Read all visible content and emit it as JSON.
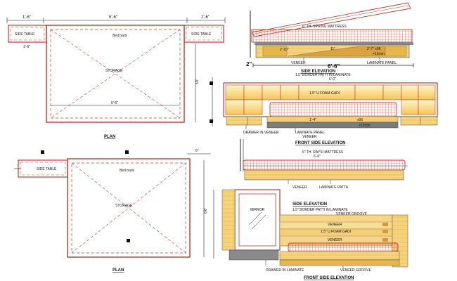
{
  "plan_top": {
    "dims": [
      "1'-6\"",
      "5'-6\"",
      "1'-6\"",
      "1'-6\"",
      "5'-6\""
    ],
    "side_table_left": "SIDE TABLE",
    "side_table_right": "SIDE TABLE",
    "bed_back": "Bed back",
    "storage": "STORAGE",
    "depth_dim": "5'6\"",
    "title": "PLAN"
  },
  "plan_bottom": {
    "dims": [
      "6\"",
      "6'6\""
    ],
    "side_table": "SIDE TABLE",
    "bed_back": "Bed back",
    "storage": "STORAGE",
    "title": "PLAN"
  },
  "side_elev_top": {
    "mattress": "6\" TH. SPRING MATTRESS",
    "dims": [
      "2'-10\"",
      "11\"",
      "2'-7\" x06",
      "+12mm"
    ],
    "veneer": "VENEER",
    "laminate_panel": "LAMINATE PANEL",
    "overall": "6'-6\"",
    "left_dim": "2\"",
    "title": "SIDE ELEVATION"
  },
  "front_elev_top": {
    "border": "1.5\" BORDER PATTI IN LAMINATE",
    "width_dim": "6'-0\"",
    "foam": "1.5\" U FOAM GADI",
    "drawer": "DRAWER IN VENEER",
    "laminate_panel": "LAMINATE PANEL",
    "veneer": "VENEER",
    "dims": [
      "1'-4\"",
      "+12mm",
      "x06"
    ],
    "title": "FRONT SIDE ELEVATION"
  },
  "side_elev_bottom": {
    "mattress": "6\" TH. RAYSI MATTRESS",
    "width_dim": "6'-6\"",
    "veneer": "VENEER",
    "laminate_patta": "LAMINATE PATTA",
    "title": "SIDE ELEVATION"
  },
  "front_elev_bottom": {
    "border": "1.5\" BORDER PATTI IN LAMINATE",
    "veneer_groove": "VENEER GROOVE",
    "mirror": "MIRROR",
    "veneer1": "VENEER",
    "foam": "1.5\" U FOAM GADI",
    "veneer2": "VENEER",
    "drawer": "DRAWER IN LAMINATE",
    "veneer_groove2": "VENEER GROOVE",
    "title": "FRONT SIDE ELEVATION"
  }
}
